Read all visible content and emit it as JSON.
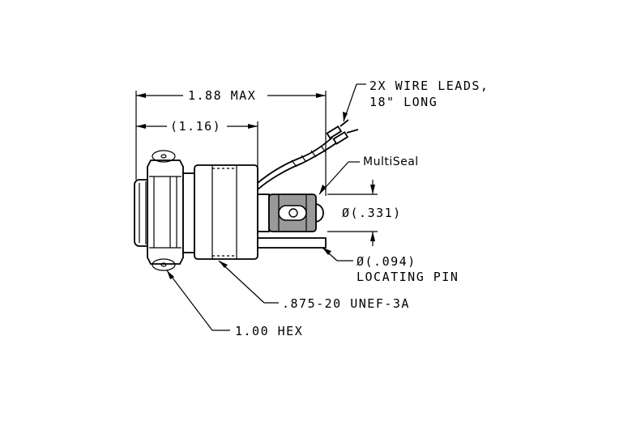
{
  "labels": {
    "overall_length": "1.88 MAX",
    "body_length": "(1.16)",
    "wire_leads_line1": "2X WIRE LEADS,",
    "wire_leads_line2": "18\" LONG",
    "multiseal": "MultiSeal",
    "seal_diameter": "Ø(.331)",
    "pin_diameter": "Ø(.094)",
    "pin_label": "LOCATING PIN",
    "thread": ".875-20 UNEF-3A",
    "hex": "1.00 HEX"
  },
  "colors": {
    "line": "#000000",
    "seal_fill": "#999999",
    "background": "#ffffff"
  }
}
